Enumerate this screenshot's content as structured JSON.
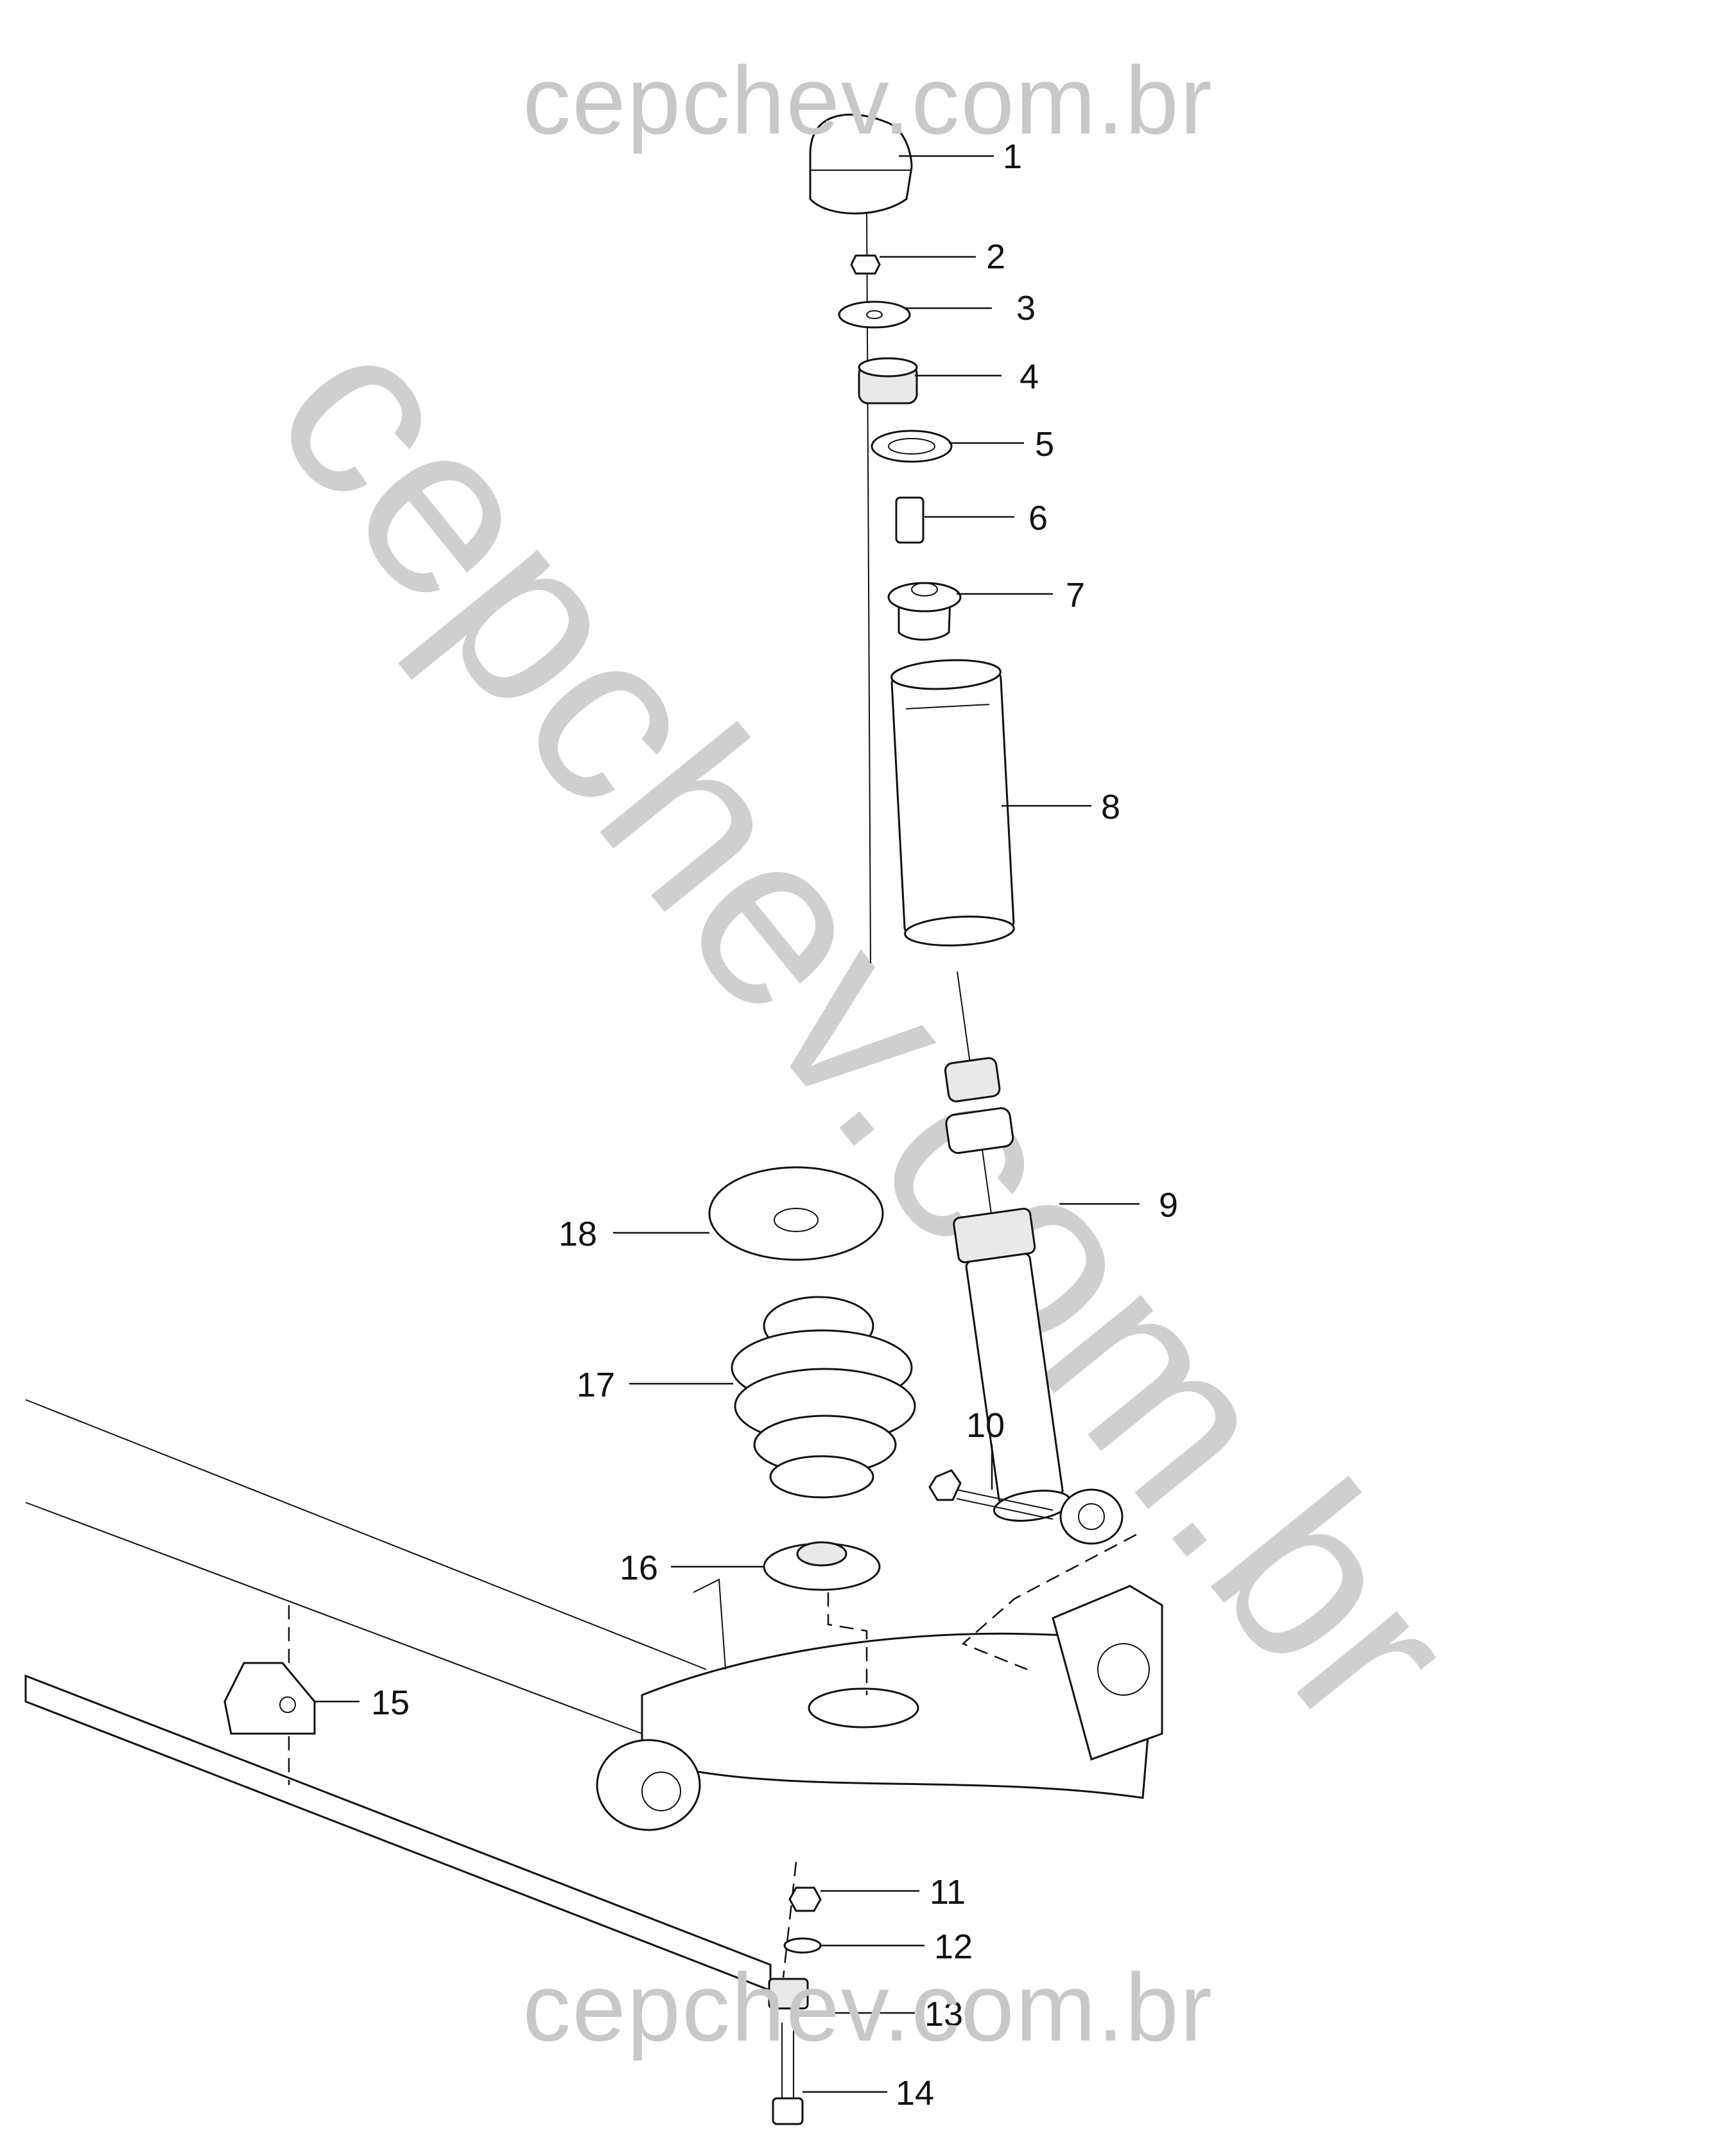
{
  "watermark": {
    "top": "cepchev.com.br",
    "diagonal": "cepchev.com.br",
    "bottom": "cepchev.com.br"
  },
  "callouts": [
    "1",
    "2",
    "3",
    "4",
    "5",
    "6",
    "7",
    "8",
    "9",
    "10",
    "11",
    "12",
    "13",
    "14",
    "15",
    "16",
    "17",
    "18"
  ]
}
